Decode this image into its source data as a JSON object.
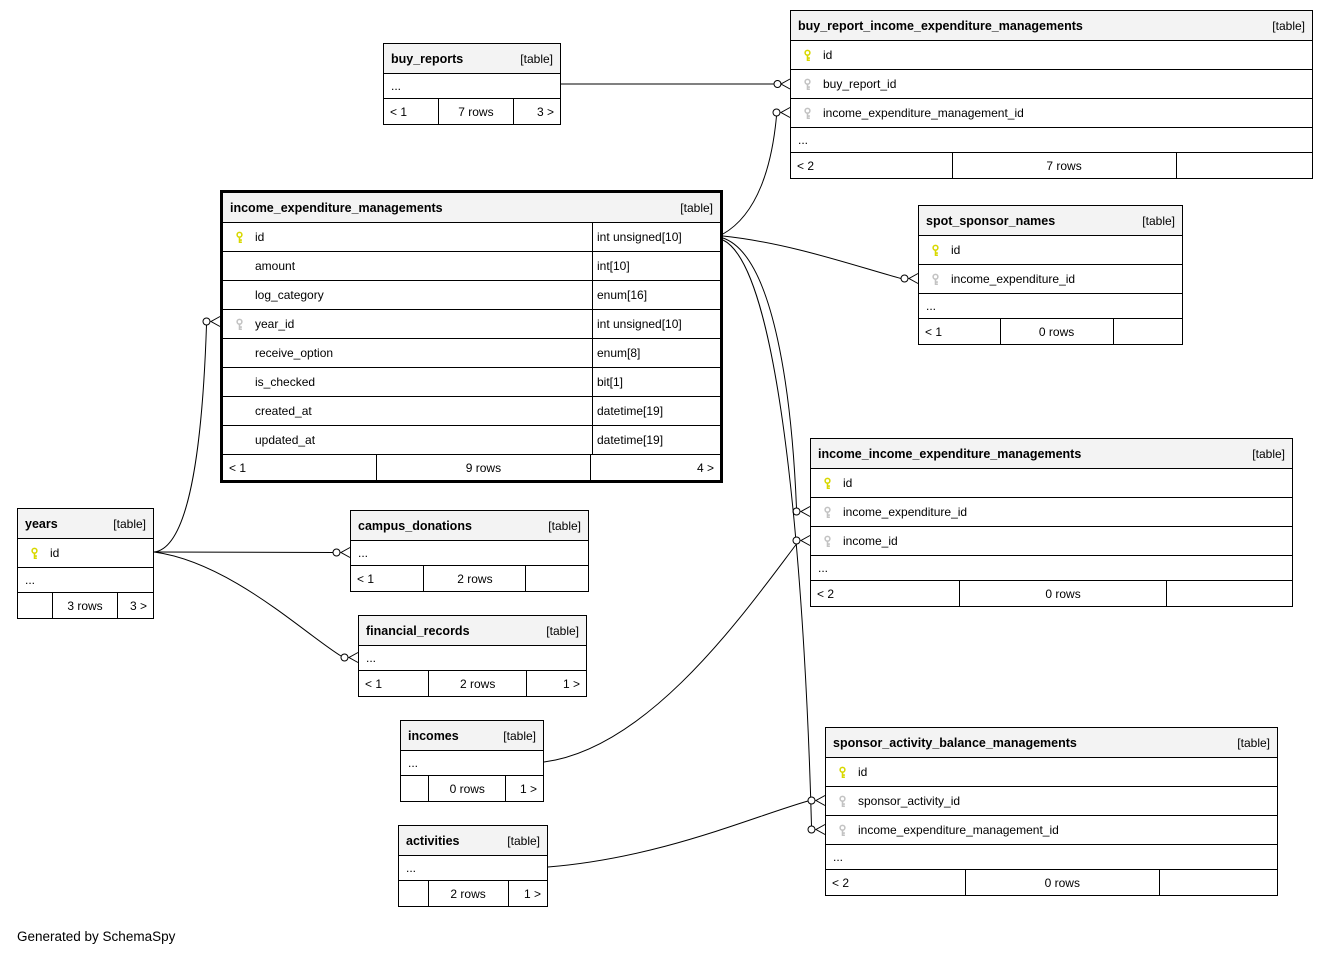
{
  "note": "Generated by SchemaSpy",
  "tables": [
    {
      "name": "buy_reports",
      "tag": "[table]",
      "rows": [
        {
          "name": "...",
          "type": "",
          "key": "none"
        }
      ],
      "footer": {
        "left": "< 1",
        "mid": "7 rows",
        "right": "3 >"
      }
    },
    {
      "name": "buy_report_income_expenditure_managements",
      "tag": "[table]",
      "rows": [
        {
          "name": "id",
          "type": "",
          "key": "pk"
        },
        {
          "name": "buy_report_id",
          "type": "",
          "key": "fk"
        },
        {
          "name": "income_expenditure_management_id",
          "type": "",
          "key": "fk"
        },
        {
          "name": "...",
          "type": "",
          "key": "none"
        }
      ],
      "footer": {
        "left": "< 2",
        "mid": "7 rows",
        "right": ""
      }
    },
    {
      "name": "income_expenditure_managements",
      "tag": "[table]",
      "emphasized": true,
      "rows": [
        {
          "name": "id",
          "type": "int unsigned[10]",
          "key": "pk"
        },
        {
          "name": "amount",
          "type": "int[10]",
          "key": "none"
        },
        {
          "name": "log_category",
          "type": "enum[16]",
          "key": "none"
        },
        {
          "name": "year_id",
          "type": "int unsigned[10]",
          "key": "fk"
        },
        {
          "name": "receive_option",
          "type": "enum[8]",
          "key": "none"
        },
        {
          "name": "is_checked",
          "type": "bit[1]",
          "key": "none"
        },
        {
          "name": "created_at",
          "type": "datetime[19]",
          "key": "none"
        },
        {
          "name": "updated_at",
          "type": "datetime[19]",
          "key": "none"
        }
      ],
      "footer": {
        "left": "< 1",
        "mid": "9 rows",
        "right": "4 >"
      }
    },
    {
      "name": "spot_sponsor_names",
      "tag": "[table]",
      "rows": [
        {
          "name": "id",
          "type": "",
          "key": "pk"
        },
        {
          "name": "income_expenditure_id",
          "type": "",
          "key": "fk"
        },
        {
          "name": "...",
          "type": "",
          "key": "none"
        }
      ],
      "footer": {
        "left": "< 1",
        "mid": "0 rows",
        "right": ""
      }
    },
    {
      "name": "income_income_expenditure_managements",
      "tag": "[table]",
      "rows": [
        {
          "name": "id",
          "type": "",
          "key": "pk"
        },
        {
          "name": "income_expenditure_id",
          "type": "",
          "key": "fk"
        },
        {
          "name": "income_id",
          "type": "",
          "key": "fk"
        },
        {
          "name": "...",
          "type": "",
          "key": "none"
        }
      ],
      "footer": {
        "left": "< 2",
        "mid": "0 rows",
        "right": ""
      }
    },
    {
      "name": "years",
      "tag": "[table]",
      "rows": [
        {
          "name": "id",
          "type": "",
          "key": "pk"
        },
        {
          "name": "...",
          "type": "",
          "key": "none"
        }
      ],
      "footer": {
        "left": "",
        "mid": "3 rows",
        "right": "3 >"
      }
    },
    {
      "name": "campus_donations",
      "tag": "[table]",
      "rows": [
        {
          "name": "...",
          "type": "",
          "key": "none"
        }
      ],
      "footer": {
        "left": "< 1",
        "mid": "2 rows",
        "right": ""
      }
    },
    {
      "name": "financial_records",
      "tag": "[table]",
      "rows": [
        {
          "name": "...",
          "type": "",
          "key": "none"
        }
      ],
      "footer": {
        "left": "< 1",
        "mid": "2 rows",
        "right": "1 >"
      }
    },
    {
      "name": "incomes",
      "tag": "[table]",
      "rows": [
        {
          "name": "...",
          "type": "",
          "key": "none"
        }
      ],
      "footer": {
        "left": "",
        "mid": "0 rows",
        "right": "1 >"
      }
    },
    {
      "name": "sponsor_activity_balance_managements",
      "tag": "[table]",
      "rows": [
        {
          "name": "id",
          "type": "",
          "key": "pk"
        },
        {
          "name": "sponsor_activity_id",
          "type": "",
          "key": "fk"
        },
        {
          "name": "income_expenditure_management_id",
          "type": "",
          "key": "fk"
        },
        {
          "name": "...",
          "type": "",
          "key": "none"
        }
      ],
      "footer": {
        "left": "< 2",
        "mid": "0 rows",
        "right": ""
      }
    },
    {
      "name": "activities",
      "tag": "[table]",
      "rows": [
        {
          "name": "...",
          "type": "",
          "key": "none"
        }
      ],
      "footer": {
        "left": "",
        "mid": "2 rows",
        "right": "1 >"
      }
    }
  ],
  "relationships": [
    {
      "from": "buy_reports",
      "to": "buy_report_income_expenditure_managements.buy_report_id"
    },
    {
      "from": "income_expenditure_managements",
      "to": "buy_report_income_expenditure_managements.income_expenditure_management_id"
    },
    {
      "from": "income_expenditure_managements",
      "to": "spot_sponsor_names.income_expenditure_id"
    },
    {
      "from": "income_expenditure_managements",
      "to": "income_income_expenditure_managements.income_expenditure_id"
    },
    {
      "from": "income_expenditure_managements",
      "to": "sponsor_activity_balance_managements.income_expenditure_management_id"
    },
    {
      "from": "incomes",
      "to": "income_income_expenditure_managements.income_id"
    },
    {
      "from": "activities",
      "to": "sponsor_activity_balance_managements.sponsor_activity_id"
    },
    {
      "from": "years",
      "to": "income_expenditure_managements.year_id"
    },
    {
      "from": "years",
      "to": "campus_donations"
    },
    {
      "from": "years",
      "to": "financial_records"
    }
  ],
  "icon_colors": {
    "primary_key": "#d8d800",
    "foreign_key": "#c3c3c3"
  }
}
